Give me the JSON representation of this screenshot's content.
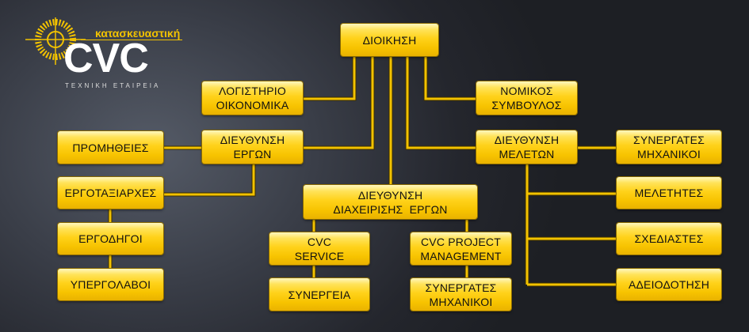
{
  "logo": {
    "brand": "κατασκευαστική",
    "name": "CVC",
    "subtitle": "ΤΕΧΝΙΚΗ ΕΤΑΙΡΕΙΑ"
  },
  "colors": {
    "accent": "#f7c300",
    "line": "#f2c200"
  },
  "boxes": {
    "dioikisi": [
      "ΔΙΟΙΚΗΣΗ"
    ],
    "logistirio": [
      "ΛΟΓΙΣΤΗΡΙΟ",
      "ΟΙΚΟΝΟΜΙΚΑ"
    ],
    "nomikos": [
      "ΝΟΜΙΚΟΣ",
      "ΣΥΜΒΟΥΛΟΣ"
    ],
    "d_ergon": [
      "ΔΙΕΥΘΥΝΣΗ",
      "ΕΡΓΩΝ"
    ],
    "d_meleton": [
      "ΔΙΕΥΘΥΝΣΗ",
      "ΜΕΛΕΤΩΝ"
    ],
    "promitheies": [
      "ΠΡΟΜΗΘΕΙΕΣ"
    ],
    "synergates1": [
      "ΣΥΝΕΡΓΑΤΕΣ",
      "ΜΗΧΑΝΙΚΟΙ"
    ],
    "d_diaxeirisis": [
      "ΔΙΕΥΘΥΝΣΗ",
      "ΔΙΑΧΕΙΡΙΣΗΣ  ΕΡΓΩΝ"
    ],
    "ergotaxiarxes": [
      "ΕΡΓΟΤΑΞΙΑΡΧΕΣ"
    ],
    "meletites": [
      "ΜΕΛΕΤΗΤΕΣ"
    ],
    "ergodigoi": [
      "ΕΡΓΟΔΗΓΟΙ"
    ],
    "cvc_service": [
      "CVC",
      "SERVICE"
    ],
    "cvc_pm": [
      "CVC PROJECT",
      "MANAGEMENT"
    ],
    "sxediastes": [
      "ΣΧΕΔΙΑΣΤΕΣ"
    ],
    "ypergolavoi": [
      "ΥΠΕΡΓΟΛΑΒΟΙ"
    ],
    "synergeia": [
      "ΣΥΝΕΡΓΕΙΑ"
    ],
    "synergates2": [
      "ΣΥΝΕΡΓΑΤΕΣ",
      "ΜΗΧΑΝΙΚΟΙ"
    ],
    "adeiodotisi": [
      "ΑΔΕΙΟΔΟΤΗΣΗ"
    ]
  }
}
